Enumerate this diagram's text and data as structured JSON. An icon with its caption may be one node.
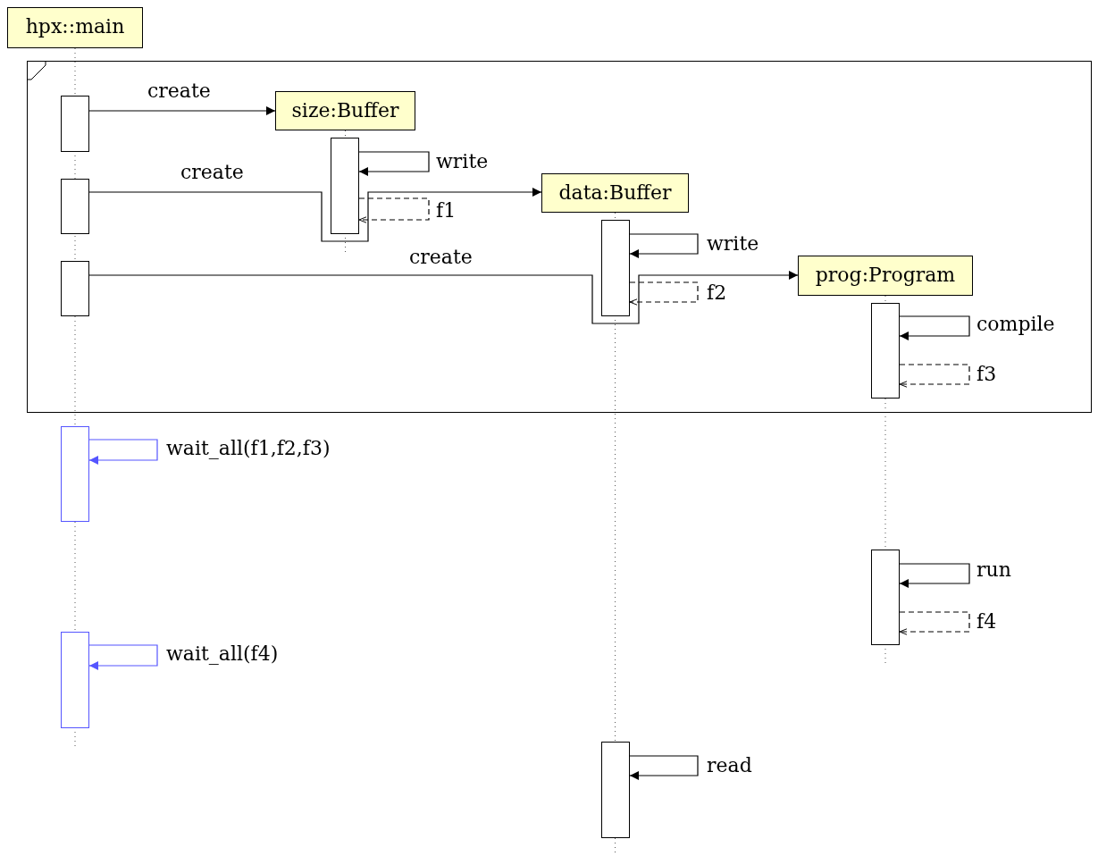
{
  "diagram": {
    "nodes": [
      {
        "text": [
          "hpx::main"
        ]
      },
      {
        "text": [],
        "shape": "box"
      },
      {
        "text": [
          "size:Buffer"
        ],
        "in": 1
      },
      {
        "text": [
          "data:Buffer"
        ],
        "in": 1
      },
      {
        "text": [
          "prog:Program"
        ],
        "in": 1
      },
      {
        "text": [],
        "shape": "bar",
        "in": 1
      },
      {
        "text": [],
        "shape": "bar",
        "in": 1
      },
      {
        "text": [],
        "shape": "bar",
        "in": 1
      },
      {
        "text": [],
        "shape": "bar",
        "in": 1
      },
      {
        "text": [],
        "shape": "bar",
        "in": 1
      },
      {
        "text": [],
        "shape": "bar",
        "in": 1
      },
      {
        "text": [],
        "shape": "bar"
      },
      {
        "text": [],
        "shape": "bar"
      },
      {
        "text": [],
        "shape": "bar"
      },
      {
        "text": [],
        "shape": "bar"
      }
    ],
    "edges": [
      {
        "from": 5,
        "to": 2,
        "arrow": "to",
        "label": "create"
      },
      {
        "from": 8,
        "to": 8,
        "arrow": "to",
        "label": "write"
      },
      {
        "from": 6,
        "to": 3,
        "arrow": "to",
        "label": "create"
      },
      {
        "from": 8,
        "to": 8,
        "arrow": "to",
        "label": "f1",
        "style": "dashed"
      },
      {
        "from": 9,
        "to": 9,
        "arrow": "to",
        "label": "write"
      },
      {
        "from": 7,
        "to": 4,
        "arrow": "to",
        "label": "create"
      },
      {
        "from": 9,
        "to": 9,
        "arrow": "to",
        "label": "f2",
        "style": "dashed"
      },
      {
        "from": 10,
        "to": 10,
        "arrow": "to",
        "label": "compile"
      },
      {
        "from": 10,
        "to": 10,
        "arrow": "to",
        "label": "f3",
        "style": "dashed"
      },
      {
        "from": 11,
        "to": 11,
        "arrow": "to",
        "label": "wait_all(f1,f2,f3)",
        "color": "#5555ff"
      },
      {
        "from": 12,
        "to": 12,
        "arrow": "to",
        "label": "run"
      },
      {
        "from": 12,
        "to": 12,
        "arrow": "to",
        "label": "f4",
        "style": "dashed"
      },
      {
        "from": 13,
        "to": 13,
        "arrow": "to",
        "label": "wait_all(f4)",
        "color": "#5555ff"
      },
      {
        "from": 14,
        "to": 14,
        "arrow": "to",
        "label": "read"
      }
    ]
  }
}
